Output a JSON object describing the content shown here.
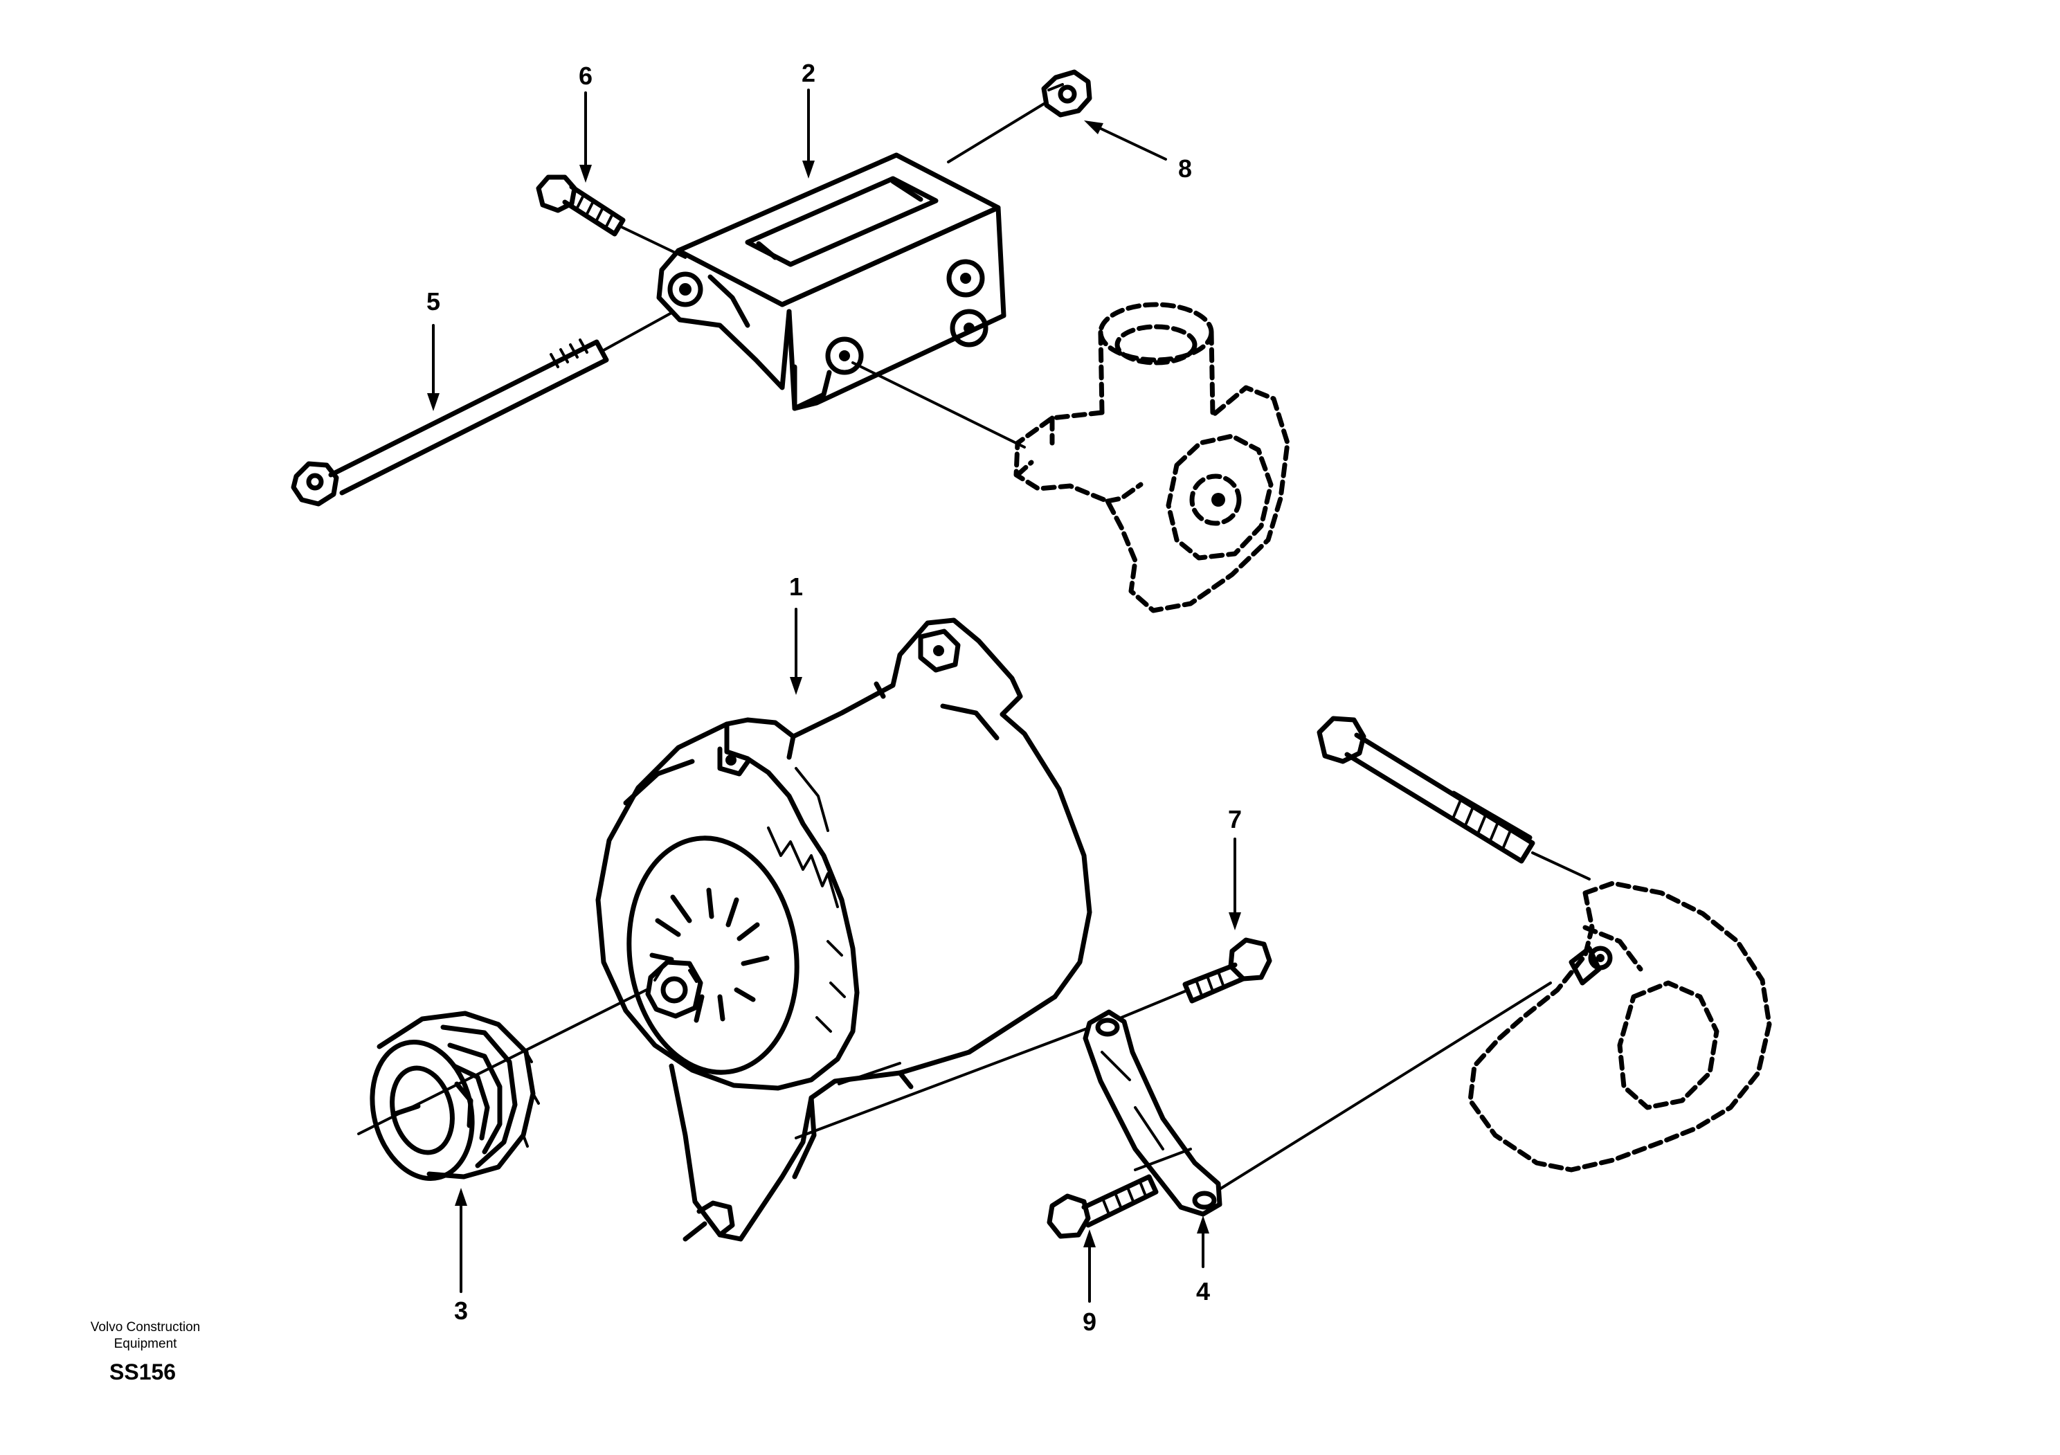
{
  "callouts": [
    {
      "id": "1",
      "label": "1"
    },
    {
      "id": "2",
      "label": "2"
    },
    {
      "id": "3",
      "label": "3"
    },
    {
      "id": "4",
      "label": "4"
    },
    {
      "id": "5",
      "label": "5"
    },
    {
      "id": "6",
      "label": "6"
    },
    {
      "id": "7",
      "label": "7"
    },
    {
      "id": "8",
      "label": "8"
    },
    {
      "id": "9",
      "label": "9"
    }
  ],
  "footer": {
    "brand_line1": "Volvo Construction",
    "brand_line2": "Equipment",
    "code": "SS156"
  }
}
